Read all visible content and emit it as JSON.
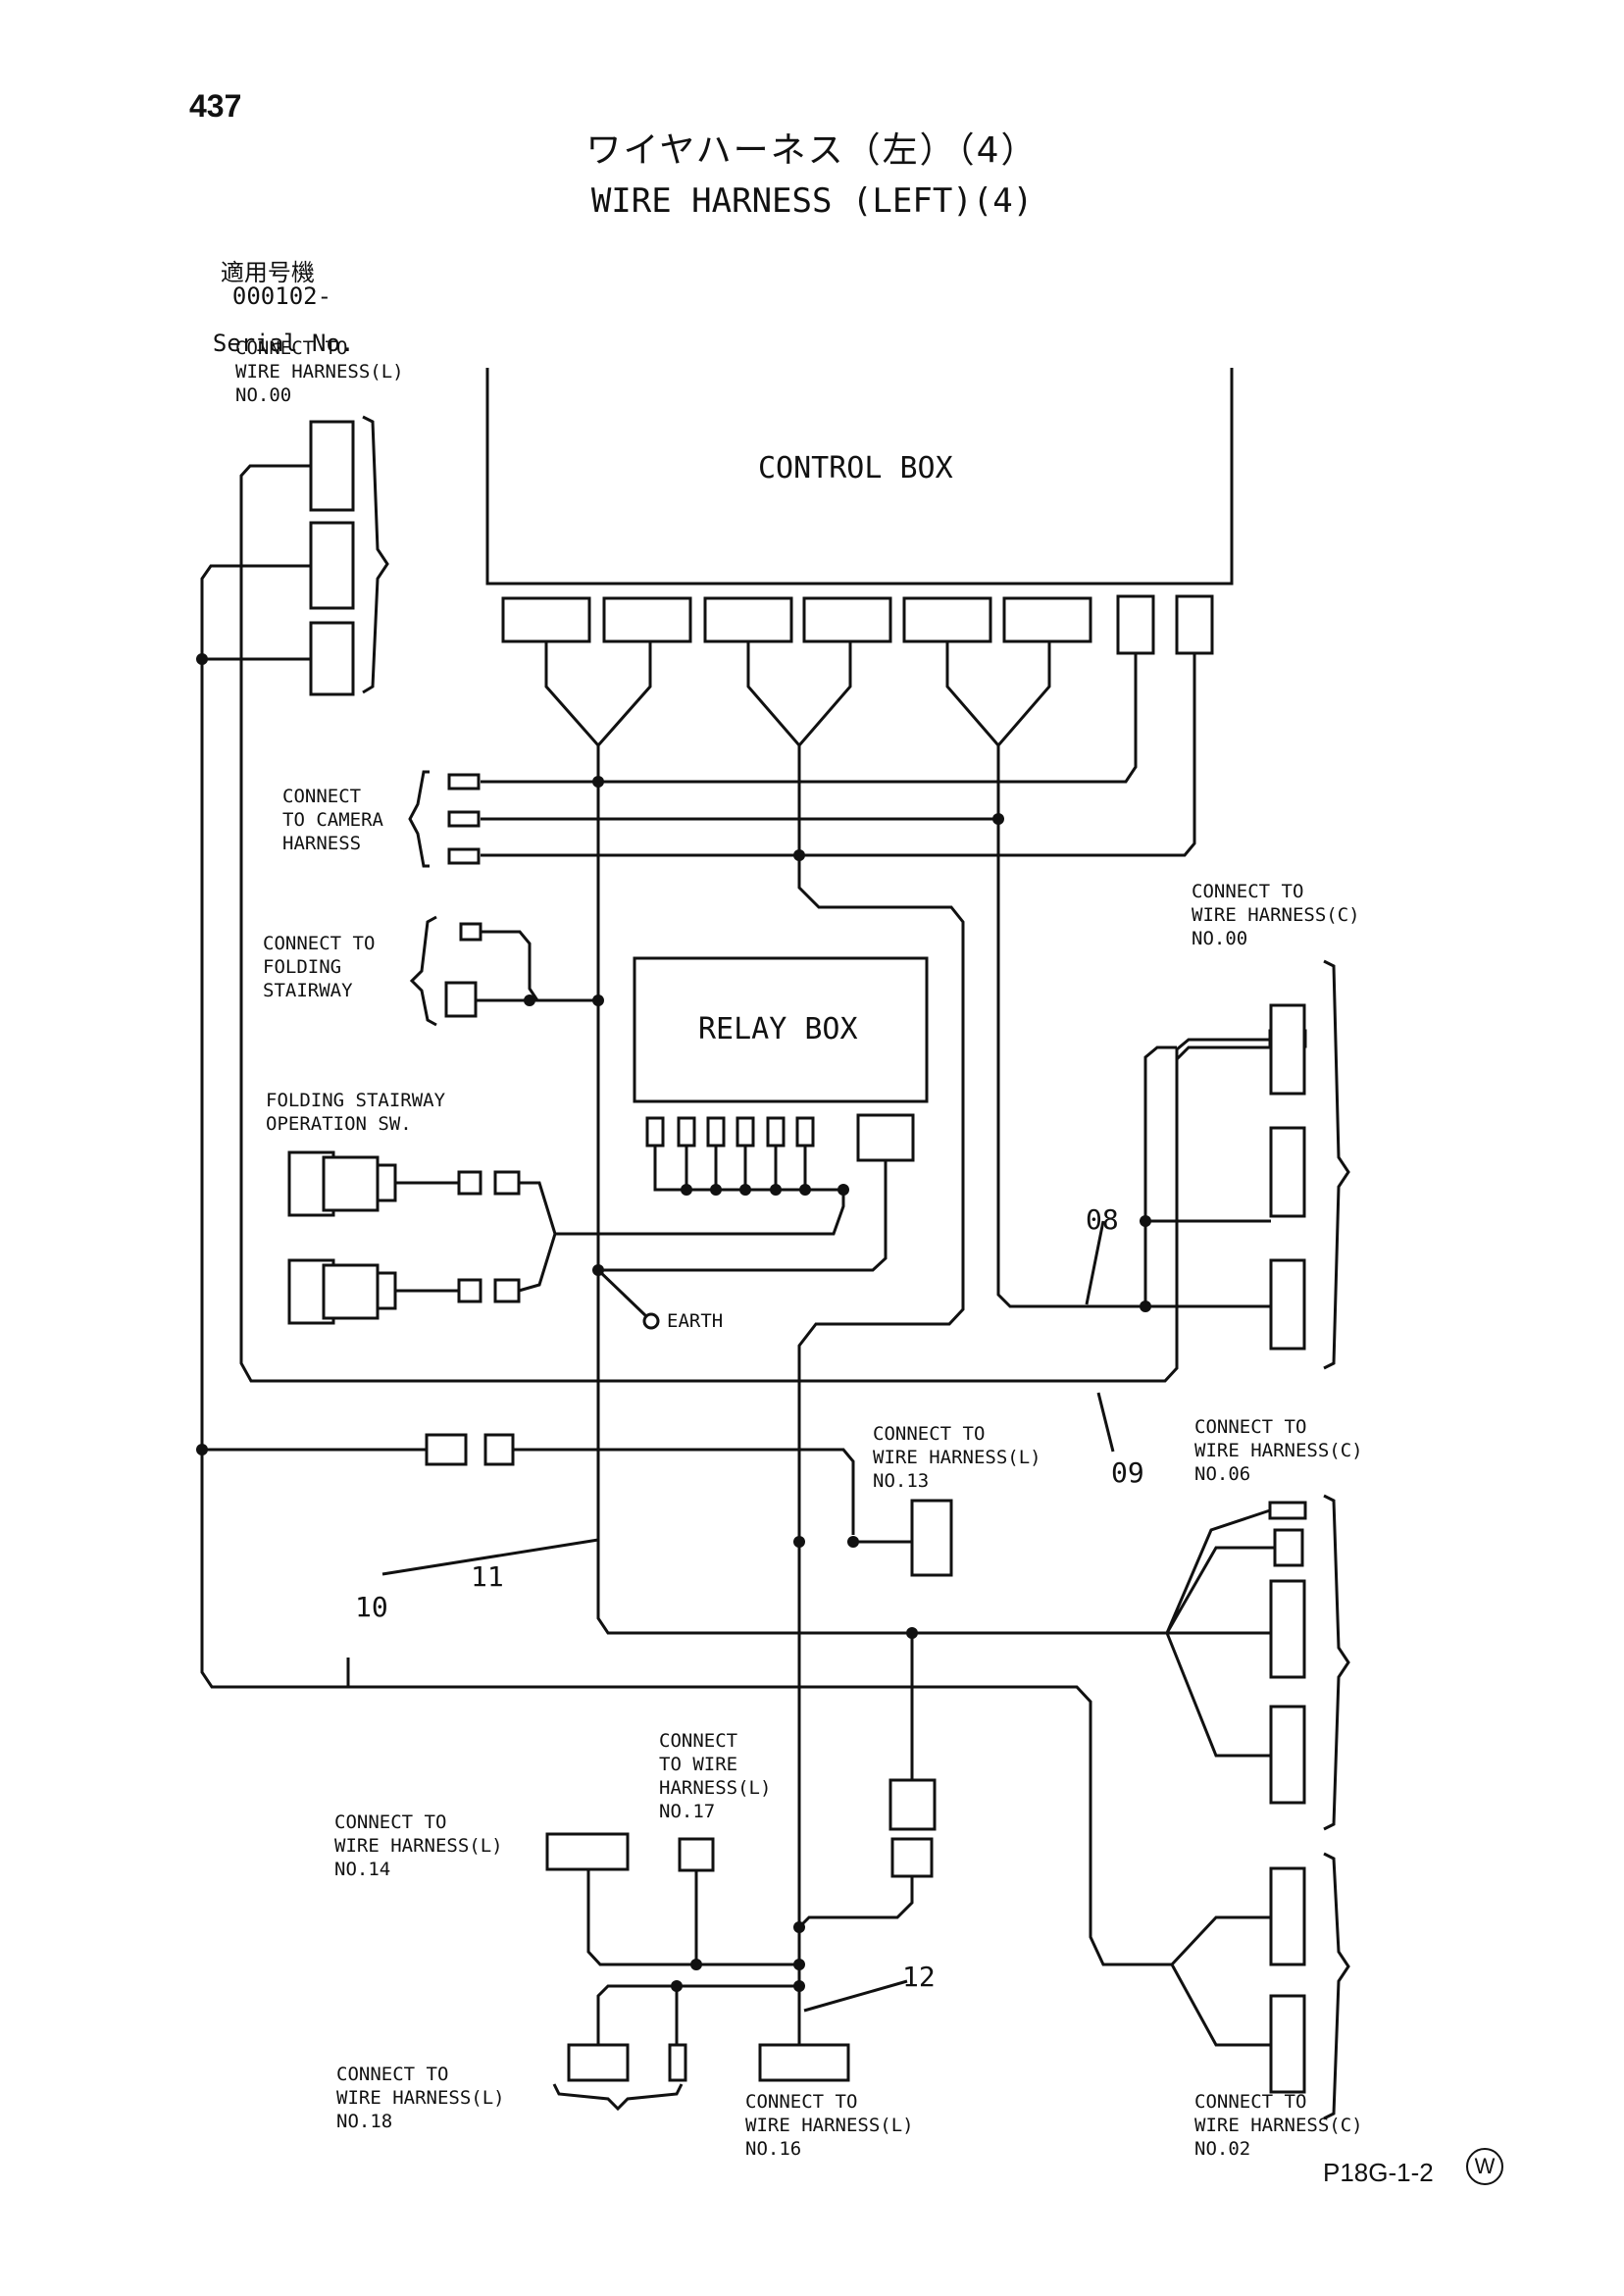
{
  "page_number": "437",
  "title_jp": "ワイヤハーネス（左）（4）",
  "title_en": "WIRE HARNESS (LEFT)(4)",
  "serial": {
    "jp": "適用号機",
    "value": "000102-",
    "en": "Serial No."
  },
  "blocks": {
    "control_box": "CONTROL BOX",
    "relay_box": "RELAY BOX"
  },
  "labels": {
    "wh_l_00": "CONNECT TO\nWIRE HARNESS(L)\nNO.00",
    "camera": "CONNECT\nTO CAMERA\nHARNESS",
    "folding": "CONNECT TO\nFOLDING\nSTAIRWAY",
    "stair_sw": "FOLDING STAIRWAY\nOPERATION SW.",
    "earth": "EARTH",
    "wh_c_00": "CONNECT TO\nWIRE HARNESS(C)\nNO.00",
    "wh_l_13": "CONNECT TO\nWIRE HARNESS(L)\nNO.13",
    "wh_c_06": "CONNECT TO\nWIRE HARNESS(C)\nNO.06",
    "wh_l_17": "CONNECT\nTO WIRE\nHARNESS(L)\nNO.17",
    "wh_l_14": "CONNECT TO\nWIRE HARNESS(L)\nNO.14",
    "wh_l_18": "CONNECT TO\nWIRE HARNESS(L)\nNO.18",
    "wh_l_16": "CONNECT TO\nWIRE HARNESS(L)\nNO.16",
    "wh_c_02": "CONNECT TO\nWIRE HARNESS(C)\nNO.02"
  },
  "callouts": {
    "c08": "08",
    "c09": "09",
    "c10": "10",
    "c11": "11",
    "c12": "12"
  },
  "footer": {
    "drawing_code": "P18G-1-2",
    "mark": "W"
  }
}
